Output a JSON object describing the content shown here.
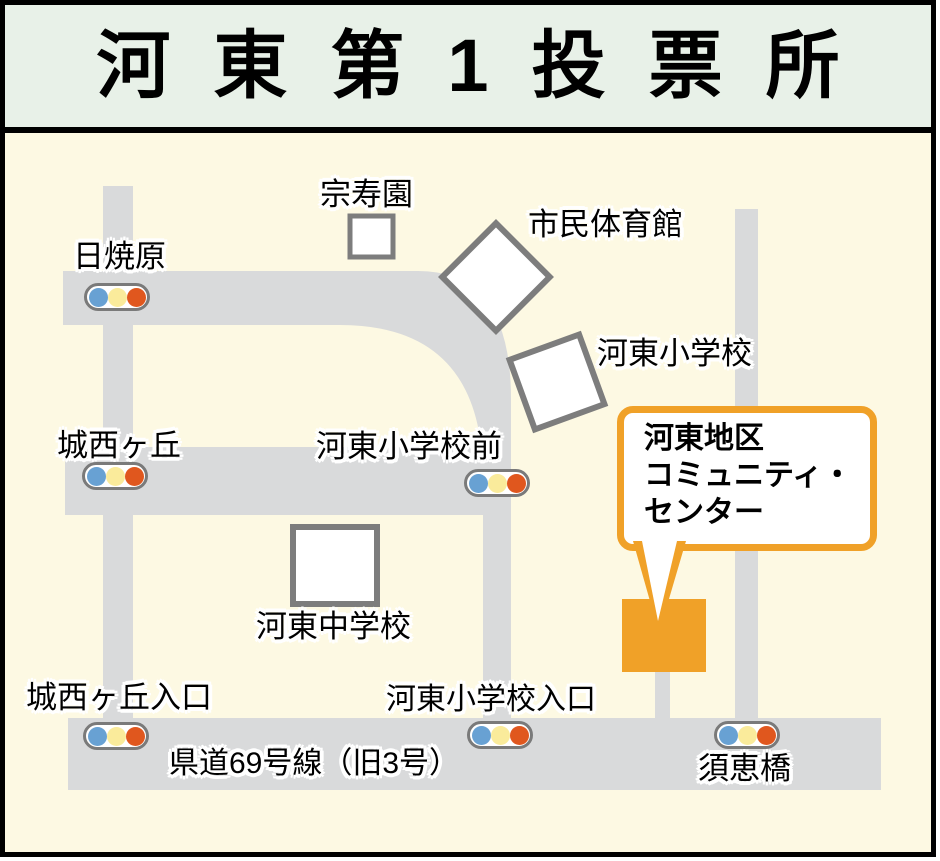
{
  "title": {
    "text": "河東第1投票所"
  },
  "palette": {
    "map_background": "#FDF9E3",
    "title_background": "#E8F1E8",
    "road_gray": "#D9DADB",
    "building_outline_gray": "#7D7D7D",
    "destination_orange": "#F0A128",
    "signal_blue": "#68A1D3",
    "signal_yellow": "#FAEB9B",
    "signal_red": "#E0571E",
    "border_black": "#000000"
  },
  "map": {
    "labels": {
      "hiyakehara": "日焼原",
      "soujuen": "宗寿園",
      "shimin_taiikukan": "市民体育館",
      "kawahigashi_shogakko": "河東小学校",
      "josei_ga_oka": "城西ヶ丘",
      "kawahigashi_shogakko_mae": "河東小学校前",
      "kawahigashi_chugakko": "河東中学校",
      "josei_ga_oka_iriguchi": "城西ヶ丘入口",
      "kawahigashi_shogakko_iriguchi": "河東小学校入口",
      "kendo_69": "県道69号線（旧3号）",
      "suebashi": "須恵橋"
    },
    "callout": {
      "line1": "河東地区",
      "line2": "コミュニティ・",
      "line3": "センター"
    },
    "signals": [
      "日焼原",
      "城西ヶ丘",
      "河東小学校前",
      "城西ヶ丘入口",
      "河東小学校入口",
      "須恵橋"
    ]
  }
}
